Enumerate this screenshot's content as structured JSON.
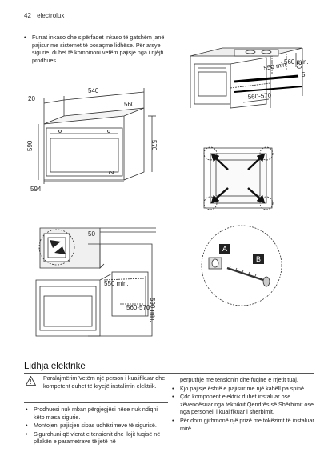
{
  "header": {
    "page_number": "42",
    "brand": "electrolux"
  },
  "intro_text": "Furrat inkaso dhe sipërfaqet inkaso të gatshëm janë pajisur me sistemet të posaçme lidhëse. Për arsye sigurie, duhet të kombinoni vetëm pajisje nga i njëjti prodhues.",
  "diagram_top_right": {
    "labels": [
      "560 min.",
      "550 min.",
      "20",
      "5",
      "560-570"
    ]
  },
  "diagram_dims": {
    "labels": [
      "540",
      "20",
      "560",
      "590",
      "570",
      "2",
      "594"
    ]
  },
  "diagram_bottom_left": {
    "labels": [
      "50",
      "550 min.",
      "560-570",
      "590 min."
    ]
  },
  "diagram_screw": {
    "labels": [
      "A",
      "B"
    ]
  },
  "section": {
    "title": "Lidhja elektrike",
    "warning": "Paralajmërim Vetëm një person i kualifikuar dhe kompetent duhet të kryejë instalimin elektrik.",
    "left_bullets": [
      "Prodhuesi nuk mban përgjegjësi nëse nuk ndiqni këto masa sigurie.",
      "Montojeni pajisjen sipas udhëzimeve të sigurisë.",
      "Sigurohuni që vlerat e tensionit dhe llojit fuqisë në pllakën e parametrave të jetë në"
    ],
    "right_continuation": "përputhje me tensionin dhe fuqinë e rrjetit tuaj.",
    "right_bullets": [
      "Kjo pajisje është e pajisur me një kabëll pa spinë.",
      "Çdo komponent elektrik duhet instaluar ose zëvendësuar nga teknikut Qendrës së Shërbimit ose nga personeli i kualifikuar i shërbimit.",
      "Për dorn gjithmonë një prizë me tokëzimt të instaluar mirë."
    ]
  },
  "colors": {
    "line": "#333333",
    "highlight": "#dddddd"
  }
}
